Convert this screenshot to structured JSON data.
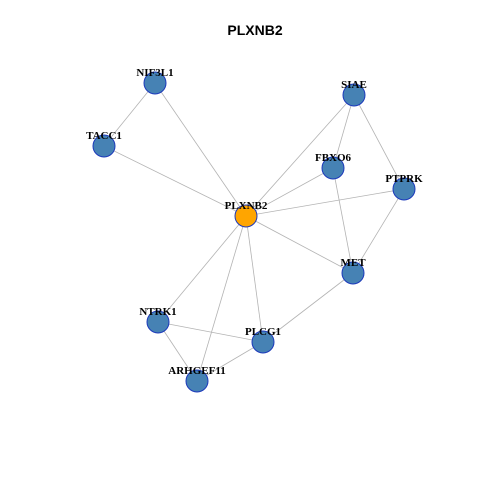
{
  "title": "PLXNB2",
  "colors": {
    "hub_fill": "#FFA500",
    "node_fill": "#4682B4",
    "node_stroke": "#1C39BB",
    "edge": "#B3B3B3"
  },
  "nodes": [
    {
      "id": "PLXNB2",
      "label": "PLXNB2",
      "hub": true
    },
    {
      "id": "NIF3L1",
      "label": "NIF3L1"
    },
    {
      "id": "TACC1",
      "label": "TACC1"
    },
    {
      "id": "SIAE",
      "label": "SIAE"
    },
    {
      "id": "FBXO6",
      "label": "FBXO6"
    },
    {
      "id": "PTPRK",
      "label": "PTPRK"
    },
    {
      "id": "MET",
      "label": "MET"
    },
    {
      "id": "NTRK1",
      "label": "NTRK1"
    },
    {
      "id": "PLCG1",
      "label": "PLCG1"
    },
    {
      "id": "ARHGEF11",
      "label": "ARHGEF11"
    }
  ],
  "edges": [
    [
      "NIF3L1",
      "TACC1"
    ],
    [
      "NIF3L1",
      "PLXNB2"
    ],
    [
      "TACC1",
      "PLXNB2"
    ],
    [
      "SIAE",
      "PLXNB2"
    ],
    [
      "SIAE",
      "FBXO6"
    ],
    [
      "SIAE",
      "PTPRK"
    ],
    [
      "FBXO6",
      "PLXNB2"
    ],
    [
      "FBXO6",
      "MET"
    ],
    [
      "PTPRK",
      "PLXNB2"
    ],
    [
      "PTPRK",
      "MET"
    ],
    [
      "PLXNB2",
      "MET"
    ],
    [
      "PLXNB2",
      "NTRK1"
    ],
    [
      "PLXNB2",
      "PLCG1"
    ],
    [
      "PLXNB2",
      "ARHGEF11"
    ],
    [
      "MET",
      "PLCG1"
    ],
    [
      "NTRK1",
      "PLCG1"
    ],
    [
      "NTRK1",
      "ARHGEF11"
    ],
    [
      "PLCG1",
      "ARHGEF11"
    ]
  ]
}
